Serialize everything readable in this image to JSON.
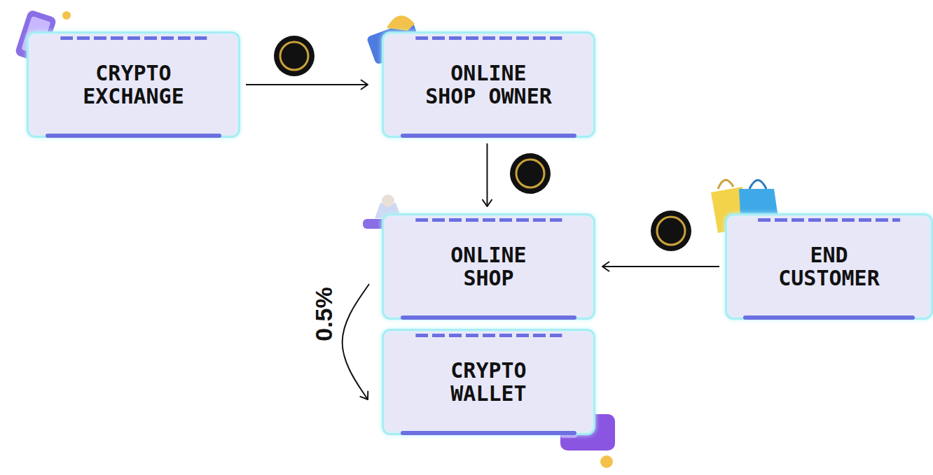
{
  "diagram": {
    "nodes": [
      {
        "text": [
          "CRYPTO EXCHANGE"
        ]
      },
      {
        "text": [
          "ONLINE SHOP OWNER"
        ]
      },
      {
        "text": [
          "ONLINE SHOP"
        ]
      },
      {
        "text": [
          "CRYPTO WALLET"
        ]
      },
      {
        "text": [
          "END CUSTOMER"
        ]
      }
    ],
    "edges": [
      {
        "from": 0,
        "to": 1,
        "arrow": "to"
      },
      {
        "from": 1,
        "to": 2,
        "arrow": "to"
      },
      {
        "from": 4,
        "to": 2,
        "arrow": "to"
      },
      {
        "from": 2,
        "to": 3,
        "label": "0.5%",
        "arrow": "to"
      }
    ]
  }
}
